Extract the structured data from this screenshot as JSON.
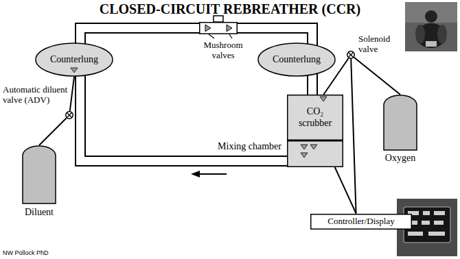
{
  "diagram": {
    "title": "CLOSED-CIRCUIT REBREATHER (CCR)",
    "nodes": [
      {
        "text": [
          "Mushroom valves"
        ]
      },
      {
        "text": [
          "Counterlung"
        ]
      },
      {
        "text": [
          "Counterlung"
        ]
      },
      {
        "text": [
          "Automatic diluent valve (ADV)"
        ]
      },
      {
        "text": [
          "Solenoid valve"
        ]
      },
      {
        "text": [
          "CO₂ scrubber"
        ]
      },
      {
        "text": [
          "Mixing chamber"
        ]
      },
      {
        "text": [
          "Diluent"
        ]
      },
      {
        "text": [
          "Oxygen"
        ]
      },
      {
        "text": [
          "Controller/Display"
        ]
      }
    ],
    "edges": [
      {
        "from": 1,
        "to": 0,
        "arrow": "none"
      },
      {
        "from": 0,
        "to": 2,
        "arrow": "none"
      },
      {
        "from": 2,
        "to": 5,
        "arrow": "none"
      },
      {
        "from": 6,
        "to": 1,
        "arrow": "none"
      },
      {
        "from": 7,
        "to": 3,
        "arrow": "none"
      },
      {
        "from": 3,
        "to": 1,
        "arrow": "none"
      },
      {
        "from": 8,
        "to": 4,
        "arrow": "none"
      },
      {
        "from": 4,
        "to": 5,
        "arrow": "none"
      },
      {
        "from": 9,
        "to": 4,
        "arrow": "none"
      },
      {
        "from": 9,
        "to": 6,
        "arrow": "none"
      }
    ],
    "labels": [
      "NW Pollock PhD"
    ]
  }
}
